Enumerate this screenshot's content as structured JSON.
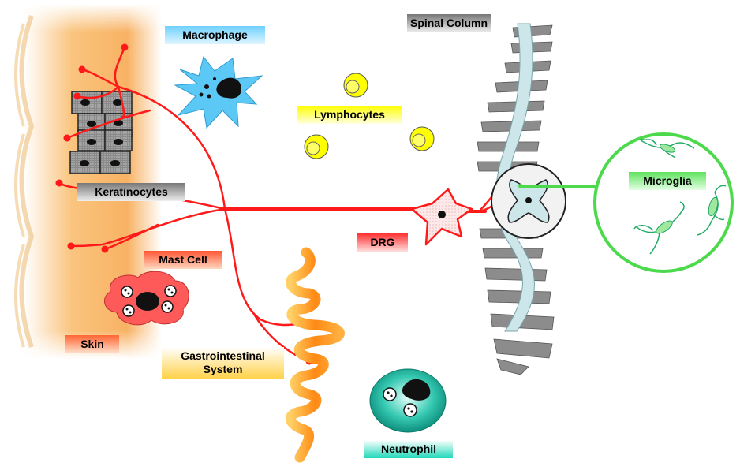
{
  "labels": {
    "macrophage": "Macrophage",
    "spinal_column": "Spinal Column",
    "lymphocytes": "Lymphocytes",
    "keratinocytes": "Keratinocytes",
    "mast_cell": "Mast Cell",
    "drg": "DRG",
    "skin": "Skin",
    "gastrointestinal_system": "Gastrointestinal System",
    "microglia": "Microglia",
    "neutrophil": "Neutrophil"
  },
  "colors": {
    "nerve": "#ff1a1a",
    "skin": "#f9b96a",
    "spine_bone": "#8c8c8c",
    "spinal_cord": "#cde6ea",
    "lymphocyte": "#ffff00",
    "macrophage": "#5cc8f5",
    "mast_cell": "#ff5a5a",
    "microglia": "#4cd94c",
    "neutrophil": "#1fb8a0",
    "gut": "#ff8c1a"
  }
}
